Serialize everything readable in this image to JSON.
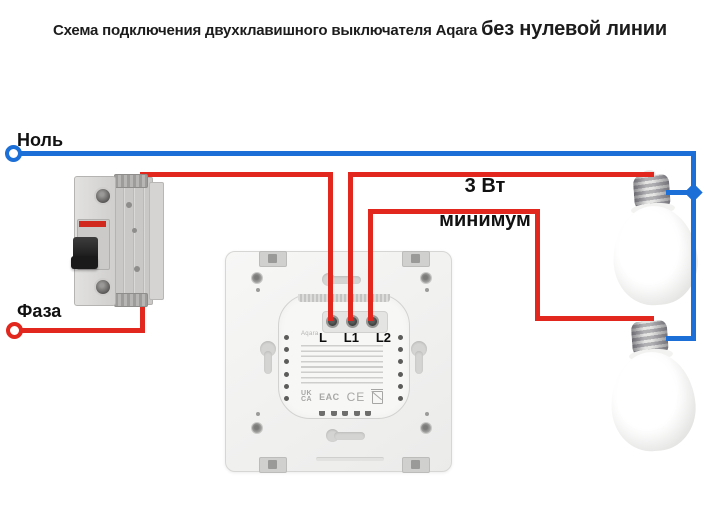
{
  "title": {
    "prefix": "Схема подключения двухклавишного выключателя Aqara ",
    "emphasis": "без нулевой линии"
  },
  "wires": {
    "neutral_label": "Ноль",
    "phase_label": "Фаза"
  },
  "load_note": {
    "line1": "3 Вт",
    "line2": "минимум"
  },
  "switch_module": {
    "brand": "Aqara",
    "terminals": [
      "L",
      "L1",
      "L2"
    ],
    "cert_ukca_line1": "UK",
    "cert_ukca_line2": "CA",
    "cert_eac": "EAC",
    "cert_ce": "CE"
  },
  "colors": {
    "neutral_wire": "#1c6fd6",
    "phase_wire": "#e2281e",
    "breaker_stripe": "#d2291e"
  }
}
